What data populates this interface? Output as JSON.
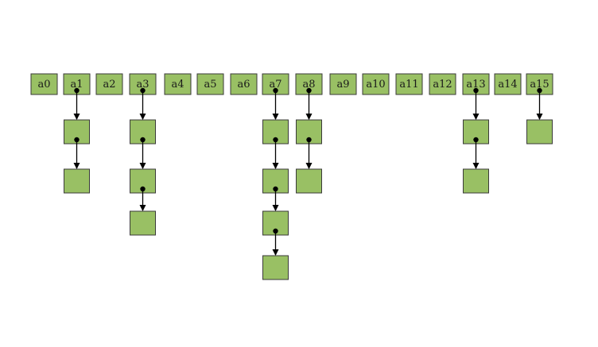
{
  "diagram": {
    "type": "hash-table-separate-chaining",
    "colors": {
      "fill": "#99c064",
      "stroke": "#3a3a3a",
      "arrow": "#000000",
      "text": "#1a1a1a",
      "background": "#ffffff"
    },
    "buckets": [
      {
        "label": "a0",
        "chain_length": 0
      },
      {
        "label": "a1",
        "chain_length": 2
      },
      {
        "label": "a2",
        "chain_length": 0
      },
      {
        "label": "a3",
        "chain_length": 3
      },
      {
        "label": "a4",
        "chain_length": 0
      },
      {
        "label": "a5",
        "chain_length": 0
      },
      {
        "label": "a6",
        "chain_length": 0
      },
      {
        "label": "a7",
        "chain_length": 4
      },
      {
        "label": "a8",
        "chain_length": 2
      },
      {
        "label": "a9",
        "chain_length": 0
      },
      {
        "label": "a10",
        "chain_length": 0
      },
      {
        "label": "a11",
        "chain_length": 0
      },
      {
        "label": "a12",
        "chain_length": 0
      },
      {
        "label": "a13",
        "chain_length": 2
      },
      {
        "label": "a14",
        "chain_length": 0
      },
      {
        "label": "a15",
        "chain_length": 1
      }
    ]
  }
}
